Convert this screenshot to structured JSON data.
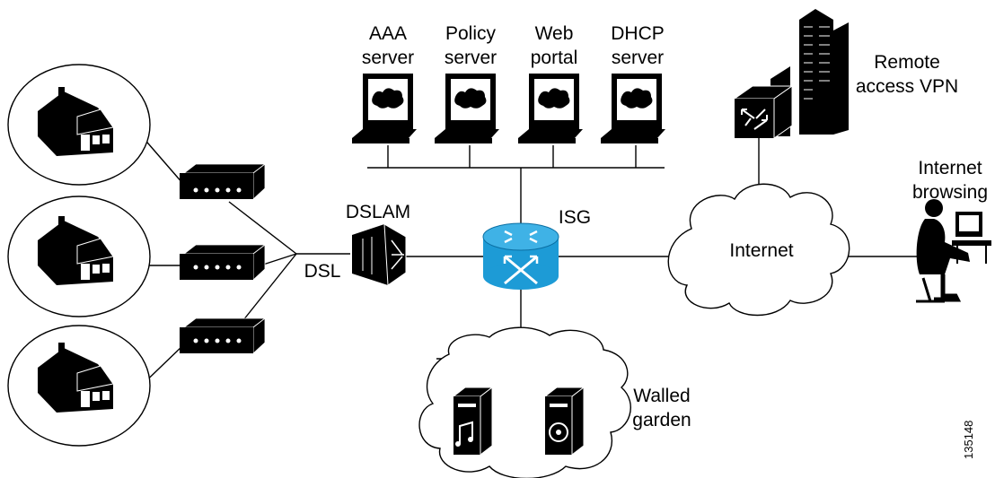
{
  "nodes": {
    "aaa": {
      "line1": "AAA",
      "line2": "server"
    },
    "policy": {
      "line1": "Policy",
      "line2": "server"
    },
    "web": {
      "line1": "Web",
      "line2": "portal"
    },
    "dhcp": {
      "line1": "DHCP",
      "line2": "server"
    },
    "vpn": {
      "line1": "Remote",
      "line2": "access VPN"
    },
    "browsing": {
      "line1": "Internet",
      "line2": "browsing"
    },
    "dslam": "DSLAM",
    "dsl": "DSL",
    "isg": "ISG",
    "internet": "Internet",
    "walled": {
      "line1": "Walled",
      "line2": "garden"
    }
  },
  "figure_id": "135148",
  "colors": {
    "router": "#1d9bd6",
    "router_dark": "#0b6fa3",
    "ink": "#000000"
  }
}
